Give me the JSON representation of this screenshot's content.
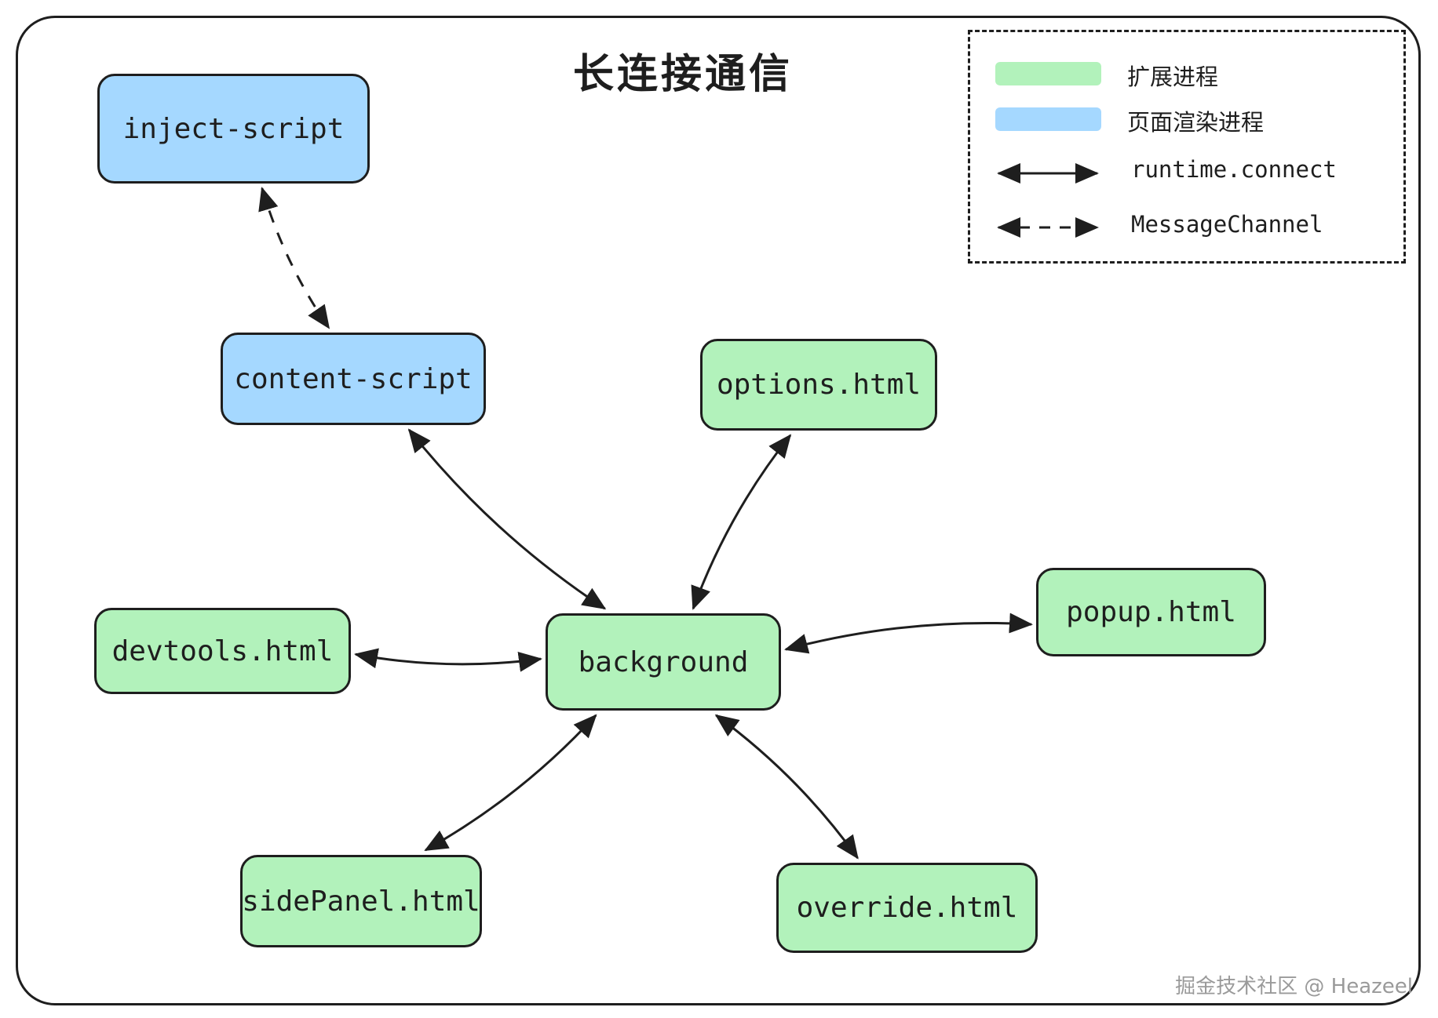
{
  "title": "长连接通信",
  "colors": {
    "extension": "#b2f2bb",
    "page": "#a5d8ff",
    "stroke": "#1e1e1e"
  },
  "nodes": {
    "inject_script": {
      "label": "inject-script",
      "process": "page"
    },
    "content_script": {
      "label": "content-script",
      "process": "page"
    },
    "options": {
      "label": "options.html",
      "process": "extension"
    },
    "popup": {
      "label": "popup.html",
      "process": "extension"
    },
    "background": {
      "label": "background",
      "process": "extension"
    },
    "devtools": {
      "label": "devtools.html",
      "process": "extension"
    },
    "sidepanel": {
      "label": "sidePanel.html",
      "process": "extension"
    },
    "override": {
      "label": "override.html",
      "process": "extension"
    }
  },
  "edges": [
    {
      "from": "inject_script",
      "to": "content_script",
      "kind": "MessageChannel"
    },
    {
      "from": "content_script",
      "to": "background",
      "kind": "runtime.connect"
    },
    {
      "from": "options",
      "to": "background",
      "kind": "runtime.connect"
    },
    {
      "from": "devtools",
      "to": "background",
      "kind": "runtime.connect"
    },
    {
      "from": "popup",
      "to": "background",
      "kind": "runtime.connect"
    },
    {
      "from": "sidepanel",
      "to": "background",
      "kind": "runtime.connect"
    },
    {
      "from": "override",
      "to": "background",
      "kind": "runtime.connect"
    }
  ],
  "legend": {
    "extension_label": "扩展进程",
    "page_label": "页面渲染进程",
    "solid_arrow_label": "runtime.connect",
    "dashed_arrow_label": "MessageChannel"
  },
  "watermark": "掘金技术社区 @ Heazeel"
}
